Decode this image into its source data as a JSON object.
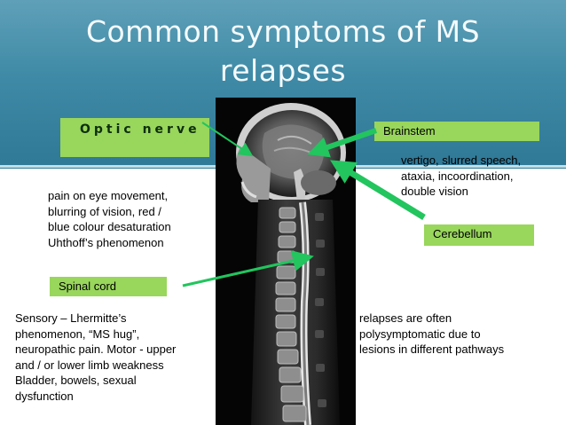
{
  "slide": {
    "title": "Common symptoms of MS relapses"
  },
  "labels": {
    "optic_nerve": "Optic nerve",
    "brainstem": "Brainstem",
    "cerebellum": "Cerebellum",
    "spinal_cord": "Spinal cord"
  },
  "text": {
    "optic_symptoms": "pain on eye movement,\nblurring of vision, red /\nblue colour desaturation\n Uhthoff’s phenomenon",
    "brainstem_symptoms": "vertigo, slurred speech,\nataxia, incoordination,\ndouble vision",
    "spinal_symptoms": "Sensory – Lhermitte’s\nphenomenon, “MS hug”,\nneuropathic pain. Motor  - upper\nand / or lower limb weakness\n Bladder, bowels, sexual\ndysfunction",
    "relapse_note": "relapses are often\npolysymptomatic due to\nlesions in different pathways"
  },
  "colors": {
    "header": "#3f8aa6",
    "label_green": "#99d65c",
    "arrow_green": "#22c55e"
  }
}
